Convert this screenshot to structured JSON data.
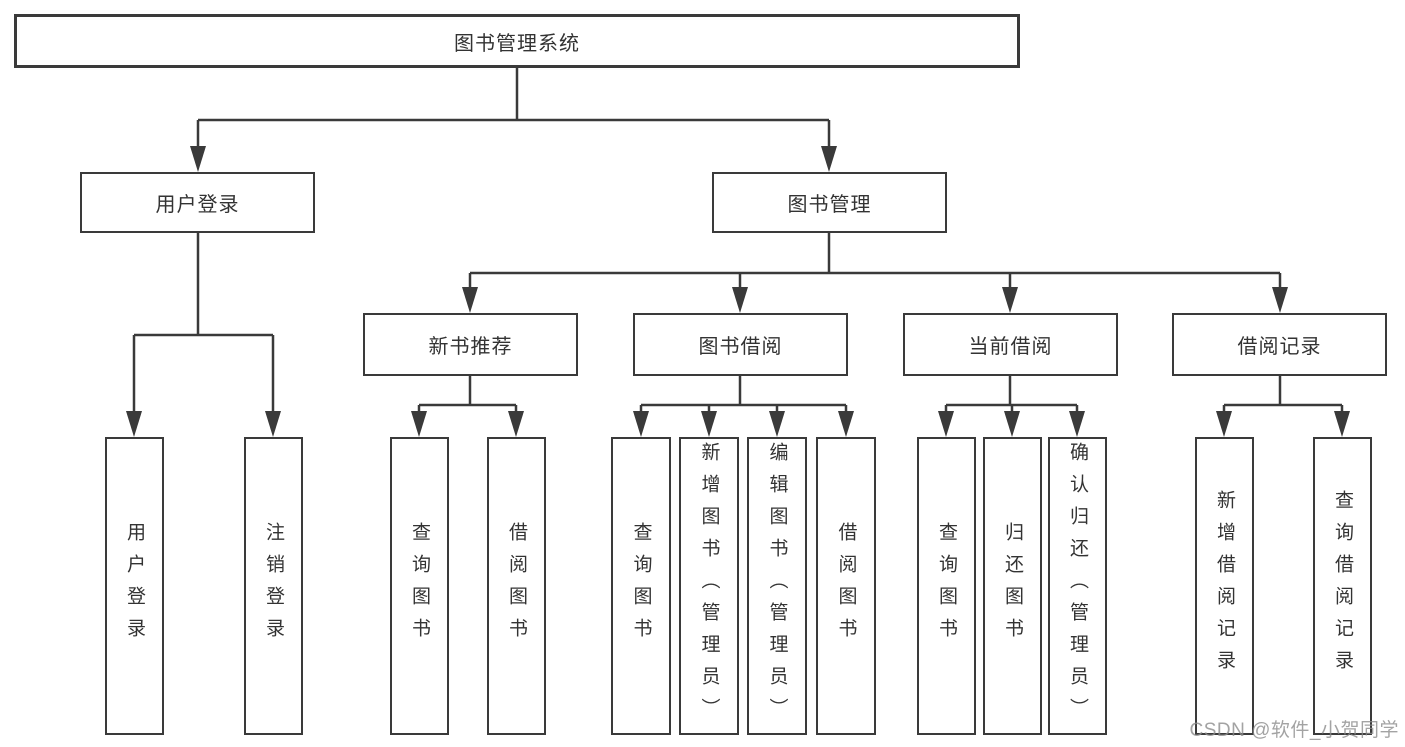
{
  "tree": {
    "label": "图书管理系统",
    "children": [
      {
        "label": "用户登录",
        "children": [
          {
            "label": "用户登录"
          },
          {
            "label": "注销登录"
          }
        ]
      },
      {
        "label": "图书管理",
        "children": [
          {
            "label": "新书推荐",
            "children": [
              {
                "label": "查询图书"
              },
              {
                "label": "借阅图书"
              }
            ]
          },
          {
            "label": "图书借阅",
            "children": [
              {
                "label": "查询图书"
              },
              {
                "label": "新增图书（管理员）"
              },
              {
                "label": "编辑图书（管理员）"
              },
              {
                "label": "借阅图书"
              }
            ]
          },
          {
            "label": "当前借阅",
            "children": [
              {
                "label": "查询图书"
              },
              {
                "label": "归还图书"
              },
              {
                "label": "确认归还（管理员）"
              }
            ]
          },
          {
            "label": "借阅记录",
            "children": [
              {
                "label": "新增借阅记录"
              },
              {
                "label": "查询借阅记录"
              }
            ]
          }
        ]
      }
    ]
  },
  "watermark": "CSDN @软件_小贺同学",
  "colors": {
    "line": "#3a3a3a",
    "box_border": "#3a3a3a",
    "text": "#333333",
    "background": "#ffffff",
    "watermark_text": "#8c8c8c"
  }
}
